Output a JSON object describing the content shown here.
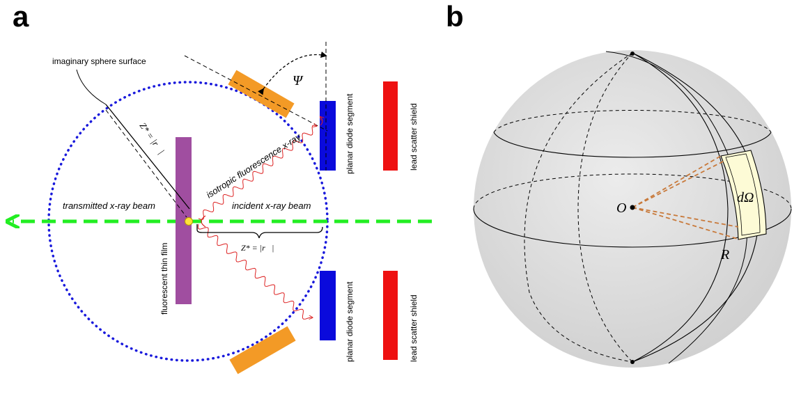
{
  "panel_a": {
    "label": "a",
    "labels": {
      "sphere_surface": "imaginary sphere surface",
      "psi": "Ψ",
      "z_star_diag": "Z* = |r⃗|",
      "isotropic": "isotropic fluorescence x-ray",
      "transmitted": "transmitted x-ray beam",
      "incident": "incident x-ray beam",
      "z_star_bottom": "Z* = |r⃗|",
      "film": "fluorescent thin film",
      "diode_top": "planar diode segment",
      "diode_bottom": "planar diode segment",
      "shield_top": "lead scatter shield",
      "shield_bottom": "lead scatter shield"
    },
    "colors": {
      "sphere": "#1a1adc",
      "beam": "#22ee22",
      "film": "#a04ea0",
      "diode": "#0a0adc",
      "shield": "#ee1111",
      "segment": "#f39a26",
      "fluorescence": "#dd2222",
      "source": "#ffe23a"
    }
  },
  "panel_b": {
    "label": "b",
    "labels": {
      "origin": "O",
      "radius": "R",
      "solid_angle": "dΩ"
    },
    "colors": {
      "sphere_fill": "#d6d6d6",
      "patch": "#fdfbd6",
      "rays": "#c8793a"
    }
  }
}
